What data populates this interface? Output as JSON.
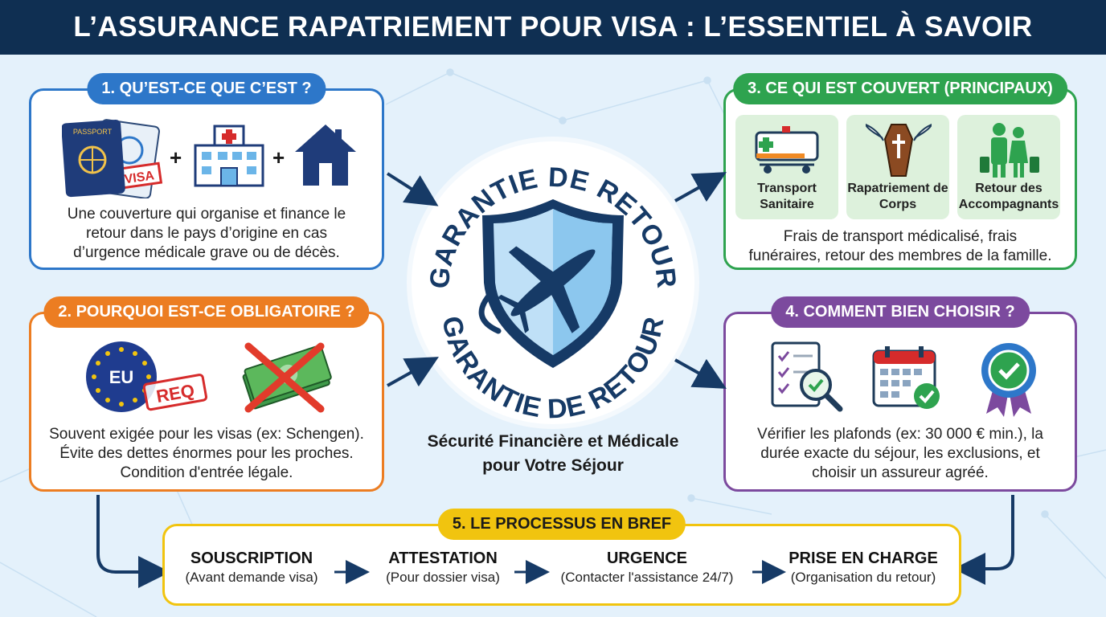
{
  "title": "L’ASSURANCE RAPATRIEMENT POUR VISA : L’ESSENTIEL À SAVOIR",
  "colors": {
    "navy": "#0f2f52",
    "blue": "#2d77c9",
    "orange": "#ec7d22",
    "green": "#2ea34f",
    "purple": "#7c4a9e",
    "yellow": "#f1c40f"
  },
  "panel1": {
    "heading": "1. QU’EST-CE QUE C’EST ?",
    "passport_label": "PASSPORT",
    "visa_label": "VISA",
    "icons": [
      "passport-icon",
      "hospital-icon",
      "house-icon"
    ],
    "text": "Une couverture qui organise et finance le retour dans le pays d’origine en cas d’urgence médicale grave ou de décès."
  },
  "panel2": {
    "heading": "2. POURQUOI EST-CE OBLIGATOIRE ?",
    "eu_label": "EU",
    "req_label": "REQ",
    "icons": [
      "eu-flag-icon",
      "crossed-money-icon"
    ],
    "text": "Souvent exigée pour les visas (ex: Schengen). Évite des dettes énormes pour les proches. Condition d'entrée légale."
  },
  "panel3": {
    "heading": "3. CE QUI EST COUVERT (PRINCIPAUX)",
    "cards": [
      {
        "label": "Transport Sanitaire",
        "icon": "ambulance-icon"
      },
      {
        "label": "Rapatriement de Corps",
        "icon": "coffin-icon"
      },
      {
        "label": "Retour des Accompagnants",
        "icon": "family-icon"
      }
    ],
    "text": "Frais de transport médicalisé, frais funéraires, retour des membres de la famille."
  },
  "panel4": {
    "heading": "4. COMMENT BIEN CHOISIR ?",
    "icons": [
      "checklist-icon",
      "calendar-icon",
      "certified-badge-icon"
    ],
    "text": "Vérifier les plafonds (ex: 30 000 € min.), la durée exacte du séjour, les exclusions, et choisir un assureur agréé."
  },
  "center": {
    "arc_top": "GARANTIE DE RETOUR",
    "arc_bottom": "GARANTIE DE RETOUR",
    "subtitle_line1": "Sécurité Financière et Médicale",
    "subtitle_line2": "pour Votre Séjour"
  },
  "panel5": {
    "heading": "5. LE PROCESSUS EN BREF",
    "steps": [
      {
        "title": "SOUSCRIPTION",
        "sub": "(Avant demande visa)"
      },
      {
        "title": "ATTESTATION",
        "sub": "(Pour dossier visa)"
      },
      {
        "title": "URGENCE",
        "sub": "(Contacter l'assistance 24/7)"
      },
      {
        "title": "PRISE EN CHARGE",
        "sub": "(Organisation du retour)"
      }
    ]
  }
}
